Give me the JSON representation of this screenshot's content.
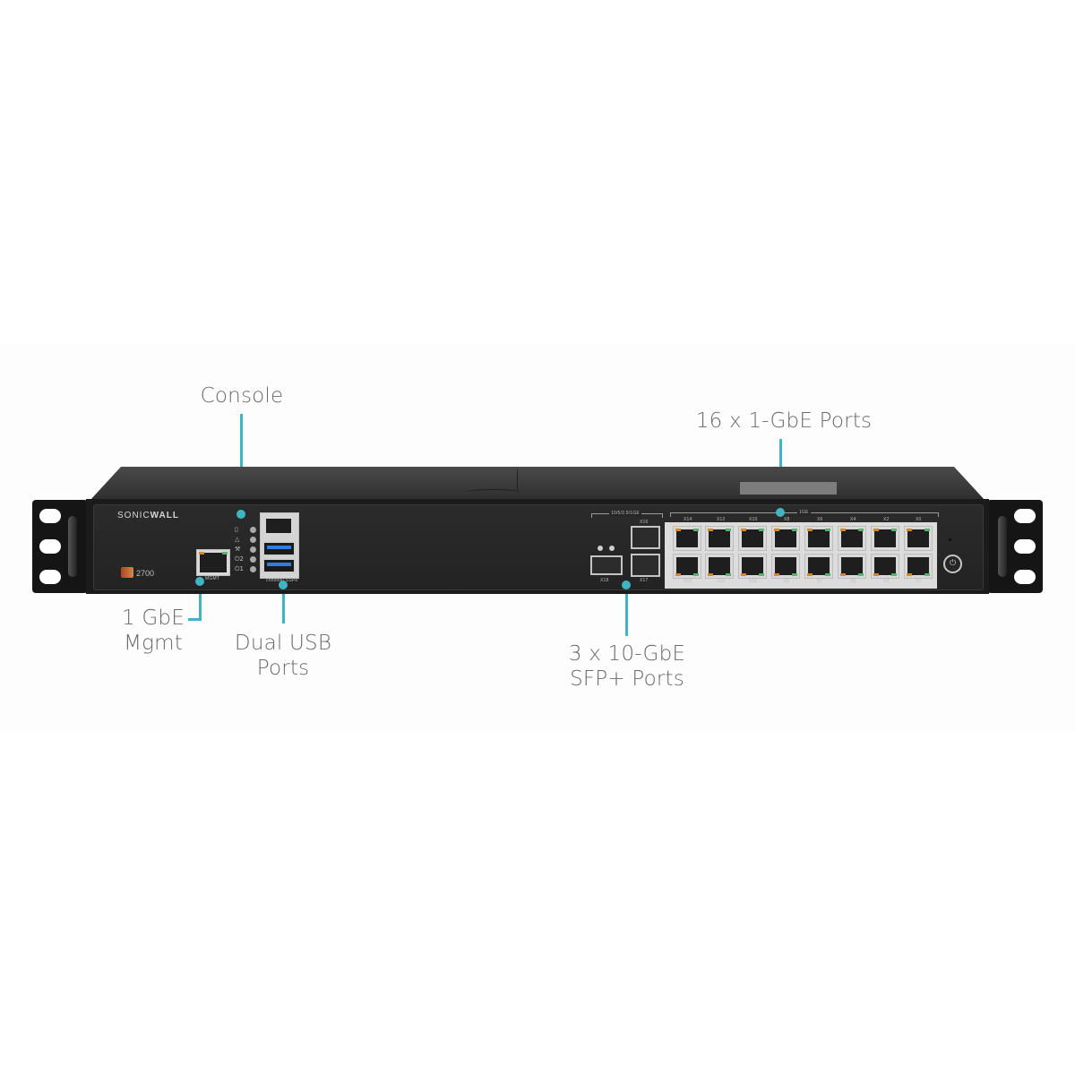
{
  "product": {
    "brand_prefix": "SONIC",
    "brand_suffix": "WALL",
    "model": "2700"
  },
  "callouts": {
    "console": "Console",
    "ports_1gbe": "16 x 1-GbE Ports",
    "mgmt_line1": "1 GbE",
    "mgmt_line2": "Mgmt",
    "usb_line1": "Dual USB",
    "usb_line2": "Ports",
    "sfp_line1": "3 x 10-GbE",
    "sfp_line2": "SFP+ Ports"
  },
  "panel_labels": {
    "mgmt": "MGMT",
    "console_usb": "console/ SSPo",
    "sfp_group": "10/5/2.5/1GE",
    "rj_group": "1GE",
    "sfp_ports": [
      "X16",
      "X18",
      "X17"
    ]
  },
  "status_leds": [
    {
      "icon": "storage-icon",
      "glyph": "▯"
    },
    {
      "icon": "alert-icon",
      "glyph": "△"
    },
    {
      "icon": "wrench-icon",
      "glyph": "⚒"
    },
    {
      "icon": "power-2-icon",
      "glyph": "⏻2"
    },
    {
      "icon": "power-1-icon",
      "glyph": "⏻1"
    }
  ],
  "rj45_ports": {
    "top_row": [
      "X14",
      "X12",
      "X10",
      "X8",
      "X6",
      "X4",
      "X2",
      "X0"
    ],
    "bottom_row": [
      "X15",
      "X13",
      "X11",
      "X9",
      "X7",
      "X5",
      "X3",
      "X1"
    ]
  },
  "colors": {
    "callout_line": "#3fb5c4",
    "callout_text": "#6a6a6a",
    "chassis": "#232323",
    "led_orange": "#d2892c",
    "led_green": "#59b36a",
    "usb_blue": "#2f7de0"
  },
  "power_glyph": "⏻"
}
